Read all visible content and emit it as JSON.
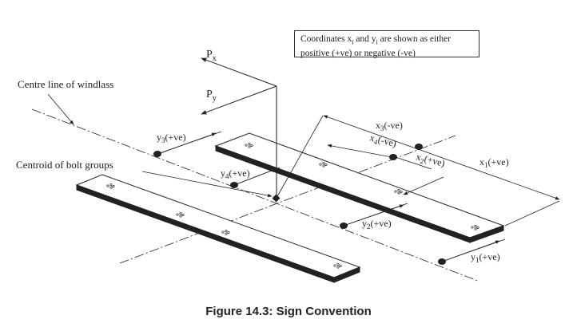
{
  "note": {
    "line1_pre": "Coordinates x",
    "sub_i_1": "i",
    "line1_mid": " and y",
    "sub_i_2": "i",
    "line1_post": " are shown as either",
    "line2": "positive (+ve) or negative (-ve)"
  },
  "labels": {
    "px_main": "P",
    "px_sub": "x",
    "py_main": "P",
    "py_sub": "y",
    "centre_line": "Centre line of windlass",
    "centroid": "Centroid of bolt groups",
    "y3_main": "y",
    "y3_sub": "3",
    "y3_sign": "(+ve)",
    "y4_main": "y",
    "y4_sub": "4",
    "y4_sign": "(+ve)",
    "x3_main": "x",
    "x3_sub": "3",
    "x3_sign": "(-ve)",
    "x4_main": "x",
    "x4_sub": "4",
    "x4_sign": "(-ve)",
    "x2_main": "x",
    "x2_sub": "2",
    "x2_sign": "(+ve)",
    "x1_main": "x",
    "x1_sub": "1",
    "x1_sign": "(+ve)",
    "y2_main": "y",
    "y2_sub": "2",
    "y2_sign": "(+ve)",
    "y1_main": "y",
    "y1_sub": "1",
    "y1_sign": "(+ve)"
  },
  "caption": "Figure 14.3: Sign Convention",
  "colors": {
    "line": "#222222",
    "background": "#ffffff"
  }
}
